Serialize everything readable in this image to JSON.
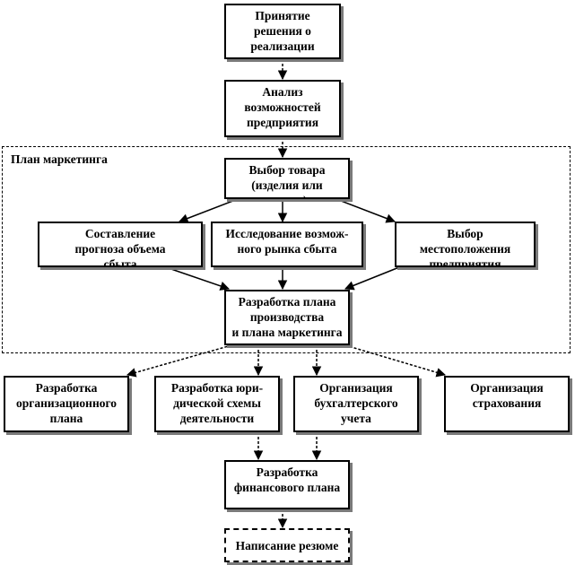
{
  "frame_label": "План маркетинга",
  "nodes": {
    "accept": "Принятие\nрешения о\nреализации",
    "analysis": "Анализ\nвозможностей\nпредприятия",
    "product": "Выбор товара\n(изделия или\nуслуги)",
    "forecast": "Составление\nпрогноза объема\nсбыта",
    "market": "Исследование возмож-\nного рынка сбыта",
    "location": "Выбор\nместоположения\nпредприятия",
    "prodplan": "Разработка плана\nпроизводства\nи плана маркетинга",
    "orgplan": "Разработка\nорганизационного\nплана",
    "legal": "Разработка юри-\nдической схемы\nдеятельности",
    "accounting": "Организация\nбухгалтерского\nучета",
    "insurance": "Организация\nстрахования",
    "finplan": "Разработка\nфинансового плана",
    "resume": "Написание резюме"
  }
}
